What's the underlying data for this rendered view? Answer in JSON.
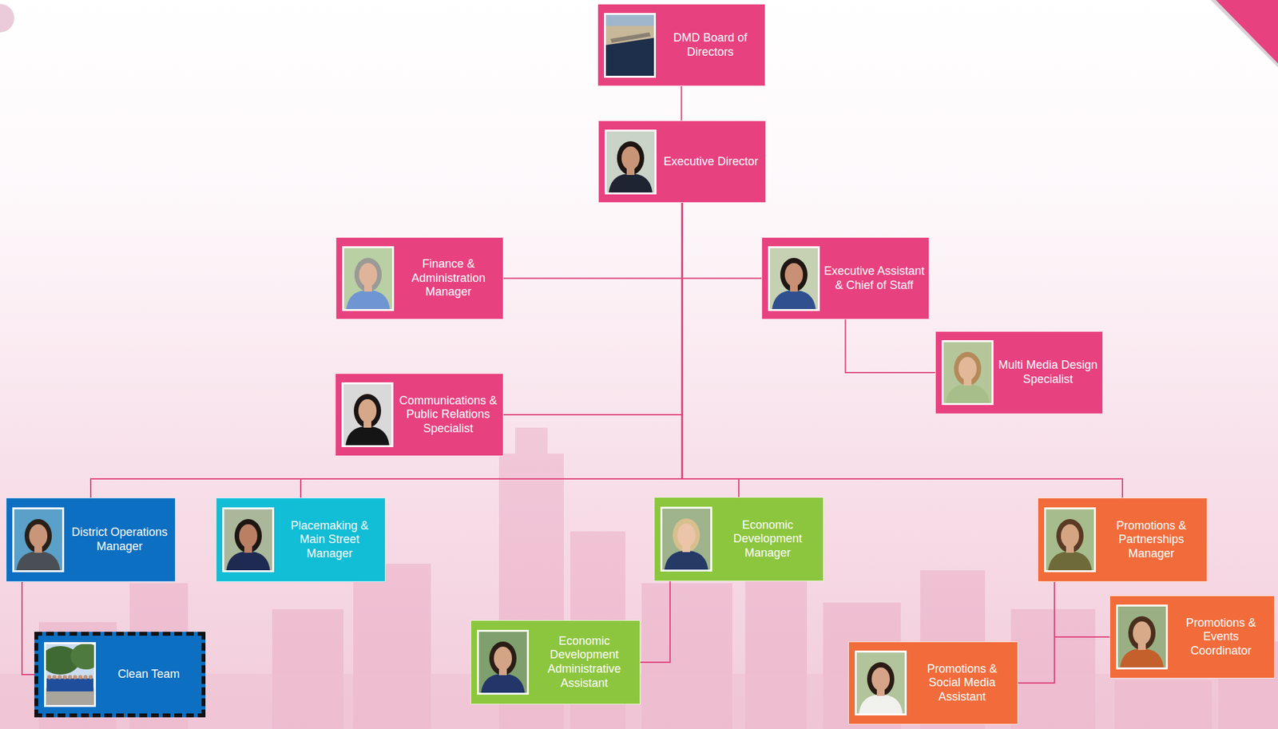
{
  "diagram": {
    "nodes": [
      {
        "text": [
          "DMD Board of Directors"
        ]
      },
      {
        "text": [
          "Executive Director"
        ]
      },
      {
        "text": [
          "Finance & Administration Manager"
        ]
      },
      {
        "text": [
          "Executive Assistant & Chief of Staff"
        ]
      },
      {
        "text": [
          "Multi Media Design Specialist"
        ]
      },
      {
        "text": [
          "Communications & Public Relations Specialist"
        ]
      },
      {
        "text": [
          "District Operations Manager"
        ]
      },
      {
        "text": [
          "Placemaking & Main Street Manager"
        ]
      },
      {
        "text": [
          "Economic Development Manager"
        ]
      },
      {
        "text": [
          "Promotions & Partnerships Manager"
        ]
      },
      {
        "text": [
          "Clean Team"
        ]
      },
      {
        "text": [
          "Economic Development Administrative Assistant"
        ]
      },
      {
        "text": [
          "Promotions & Events Coordinator"
        ]
      },
      {
        "text": [
          "Promotions & Social Media Assistant"
        ]
      }
    ],
    "edges": [
      {
        "from": 0,
        "to": 1,
        "arrow": "none"
      },
      {
        "from": 1,
        "to": 2,
        "arrow": "none"
      },
      {
        "from": 1,
        "to": 3,
        "arrow": "none"
      },
      {
        "from": 3,
        "to": 4,
        "arrow": "none"
      },
      {
        "from": 1,
        "to": 5,
        "arrow": "none"
      },
      {
        "from": 1,
        "to": 6,
        "arrow": "none"
      },
      {
        "from": 1,
        "to": 7,
        "arrow": "none"
      },
      {
        "from": 1,
        "to": 8,
        "arrow": "none"
      },
      {
        "from": 1,
        "to": 9,
        "arrow": "none"
      },
      {
        "from": 6,
        "to": 10,
        "arrow": "none"
      },
      {
        "from": 8,
        "to": 11,
        "arrow": "none"
      },
      {
        "from": 9,
        "to": 12,
        "arrow": "none"
      },
      {
        "from": 9,
        "to": 13,
        "arrow": "none"
      }
    ]
  }
}
